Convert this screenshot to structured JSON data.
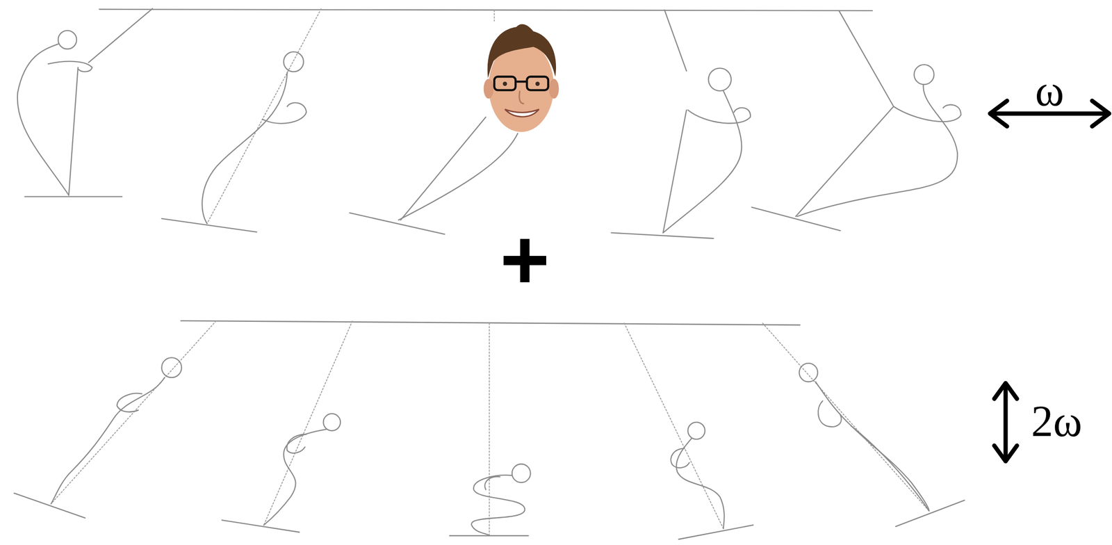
{
  "diagram": {
    "labels": [
      "ω",
      "+",
      "2ω"
    ]
  }
}
